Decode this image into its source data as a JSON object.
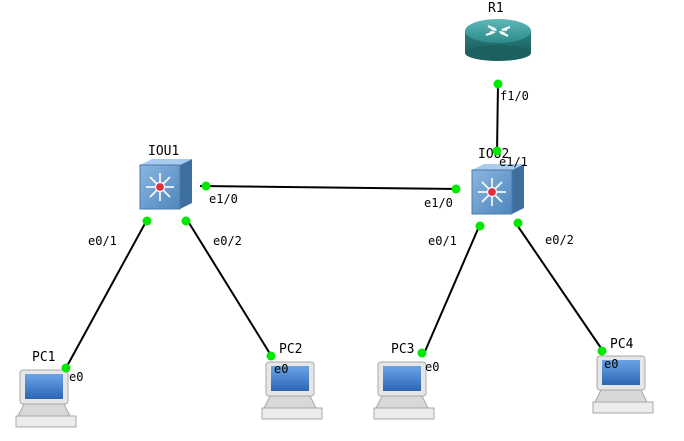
{
  "nodes": {
    "r1": {
      "label": "R1",
      "type": "router"
    },
    "iou1": {
      "label": "IOU1",
      "type": "multilayer-switch"
    },
    "iou2": {
      "label": "IOU2",
      "type": "multilayer-switch"
    },
    "pc1": {
      "label": "PC1",
      "type": "pc"
    },
    "pc2": {
      "label": "PC2",
      "type": "pc"
    },
    "pc3": {
      "label": "PC3",
      "type": "pc"
    },
    "pc4": {
      "label": "PC4",
      "type": "pc"
    }
  },
  "links": [
    {
      "from": "r1",
      "to": "iou2",
      "from_port": "f1/0",
      "to_port": "e1/1"
    },
    {
      "from": "iou1",
      "to": "iou2",
      "from_port": "e1/0",
      "to_port": "e1/0"
    },
    {
      "from": "iou1",
      "to": "pc1",
      "from_port": "e0/1",
      "to_port": "e0"
    },
    {
      "from": "iou1",
      "to": "pc2",
      "from_port": "e0/2",
      "to_port": "e0"
    },
    {
      "from": "iou2",
      "to": "pc3",
      "from_port": "e0/1",
      "to_port": "e0"
    },
    {
      "from": "iou2",
      "to": "pc4",
      "from_port": "e0/2",
      "to_port": "e0"
    }
  ],
  "colors": {
    "link": "#000000",
    "port_dot": "#00e800",
    "router": "#2f8f8f",
    "switch": "#6f9fcf",
    "switch_center": "#e03040",
    "pc_screen": "#3a78c8",
    "pc_body": "#e6e6e6"
  }
}
